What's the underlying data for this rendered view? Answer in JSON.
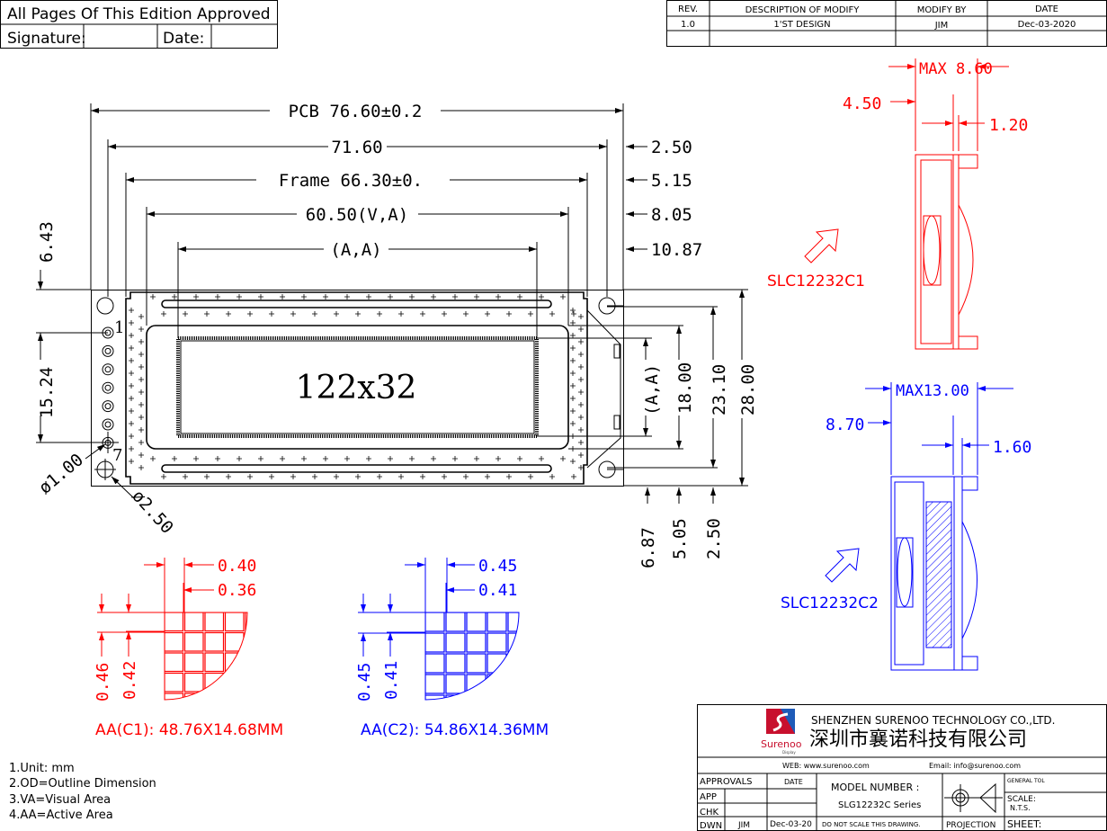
{
  "approval_box": {
    "title": "All Pages Of This Edition Approved",
    "signature_label": "Signature:",
    "date_label": "Date:"
  },
  "revision_table": {
    "headers": [
      "REV.",
      "DESCRIPTION OF MODIFY",
      "MODIFY BY",
      "DATE"
    ],
    "rows": [
      [
        "1.0",
        "1'ST DESIGN",
        "JIM",
        "Dec-03-2020"
      ]
    ]
  },
  "front_view": {
    "pcb": "PCB 76.60±0.2",
    "w71": "71.60",
    "frame": "Frame 66.30±0.",
    "va": "60.50(V,A)",
    "aa": "(A,A)",
    "right_offsets": [
      "2.50",
      "5.15",
      "8.05",
      "10.87"
    ],
    "left_top": "6.43",
    "pin_pitch": "15.24",
    "pin_hole": "ø1.00",
    "mount_hole": "ø2.50",
    "pin_first": "1",
    "pin_last": "7",
    "display_label": "122x32",
    "right_vertical": [
      "(A,A)",
      "18.00",
      "23.10",
      "28.00"
    ],
    "bottom_offsets": [
      "6.87",
      "5.05",
      "2.50"
    ]
  },
  "side_c1": {
    "label": "SLC12232C1",
    "max": "MAX 8.60",
    "d1": "4.50",
    "d2": "1.20",
    "color": "#ff0000"
  },
  "side_c2": {
    "label": "SLC12232C2",
    "max": "MAX13.00",
    "d1": "8.70",
    "d2": "1.60",
    "color": "#0000ff"
  },
  "pixel_c1": {
    "w": "0.40",
    "w_in": "0.36",
    "h": "0.46",
    "h_in": "0.42",
    "aa": "AA(C1): 48.76X14.68MM"
  },
  "pixel_c2": {
    "w": "0.45",
    "w_in": "0.41",
    "h": "0.45",
    "h_in": "0.41",
    "aa": "AA(C2): 54.86X14.36MM"
  },
  "notes": [
    "1.Unit: mm",
    "2.OD=Outline Dimension",
    "3.VA=Visual Area",
    "4.AA=Active Area"
  ],
  "title_block": {
    "company_en": "SHENZHEN SURENOO TECHNOLOGY CO.,LTD.",
    "company_cn": "深圳市襄诺科技有限公司",
    "logo_text": "Surenoo",
    "logo_sub": "Display",
    "web": "WEB: www.surenoo.com",
    "email": "Email: info@surenoo.com",
    "approvals": "APPROVALS",
    "date": "DATE",
    "app": "APP",
    "chk": "CHK",
    "dwn": "DWN",
    "dwn_by": "JIM",
    "dwn_date": "Dec-03-20",
    "model_label": "MODEL NUMBER :",
    "model": "SLG12232C Series",
    "no_scale": "DO NOT SCALE THIS DRAWING.",
    "projection": "PROJECTION",
    "general_tol": "GENERAL TOL",
    "scale": "SCALE:",
    "scale_val": "N.T.S.",
    "sheet": "SHEET:"
  }
}
